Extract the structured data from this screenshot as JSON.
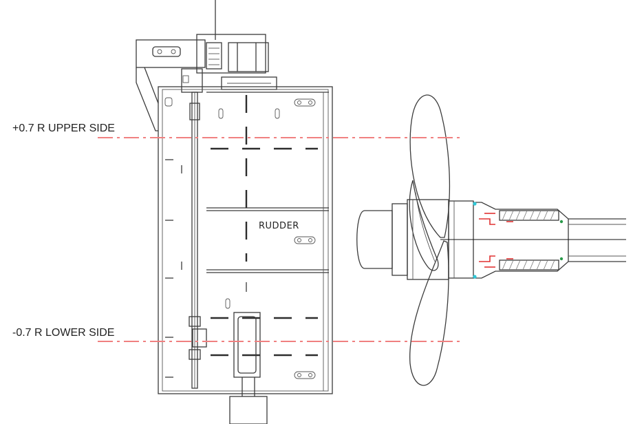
{
  "diagram": {
    "labels": {
      "upper_line": "+0.7 R UPPER SIDE",
      "lower_line": "-0.7 R LOWER SIDE",
      "rudder": "RUDDER"
    },
    "colors": {
      "reference_line": "#f08080",
      "drawing": "#3a3a3a",
      "seal_red": "#e03030",
      "seal_cyan": "#30c8d8",
      "seal_green": "#2a9a4a"
    }
  }
}
